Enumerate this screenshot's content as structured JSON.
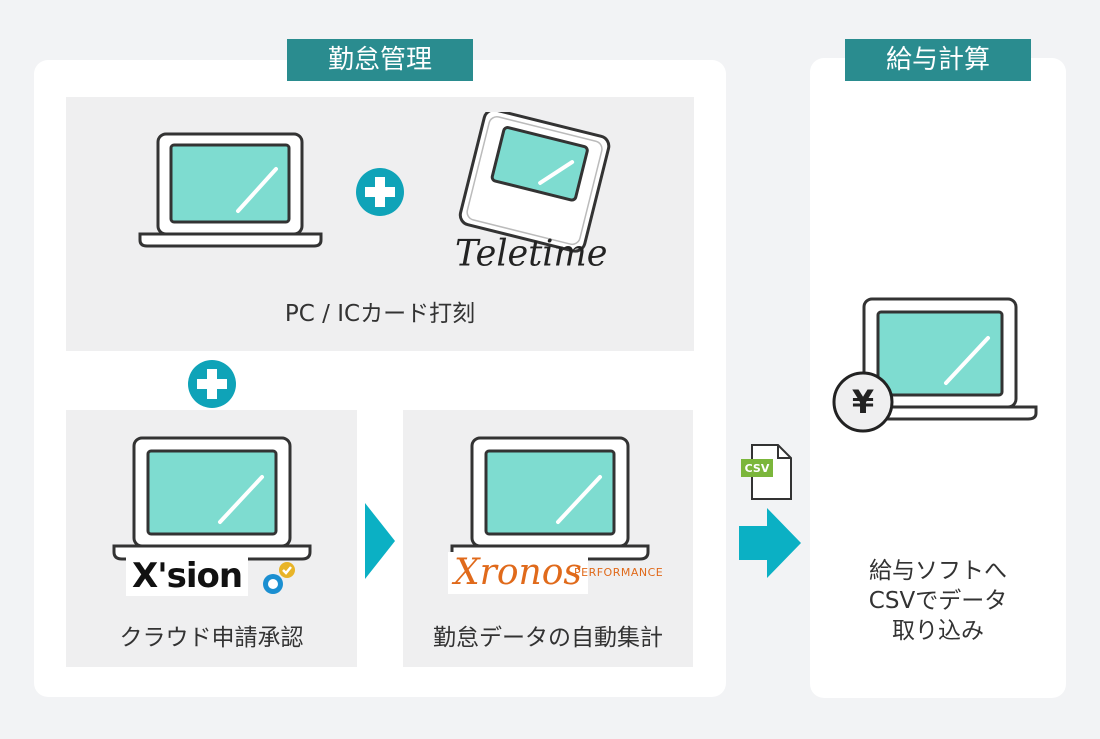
{
  "sections": {
    "attendance_title": "勤怠管理",
    "payroll_title": "給与計算"
  },
  "top_box": {
    "caption": "PC / ICカード打刻",
    "device_brand": "Teletime"
  },
  "cloud_box": {
    "brand": "X'sion",
    "caption": "クラウド申請承認"
  },
  "aggregate_box": {
    "brand": "Xronos",
    "brand_sub": "PERFORMANCE",
    "caption": "勤怠データの自動集計"
  },
  "csv_file": {
    "label": "CSV"
  },
  "payroll": {
    "yen_symbol": "¥",
    "caption_lines": [
      "給与ソフトへ",
      "CSVでデータ",
      "取り込み"
    ]
  },
  "colors": {
    "teal": "#2a8c8f",
    "screen": "#7edcd0",
    "accent_blue": "#0fa3b8",
    "arrow": "#0bb0c4"
  },
  "icons": [
    "laptop-icon",
    "plus-icon",
    "timecard-device-icon",
    "chevron-right-icon",
    "arrow-right-icon",
    "csv-file-icon",
    "yen-icon"
  ]
}
